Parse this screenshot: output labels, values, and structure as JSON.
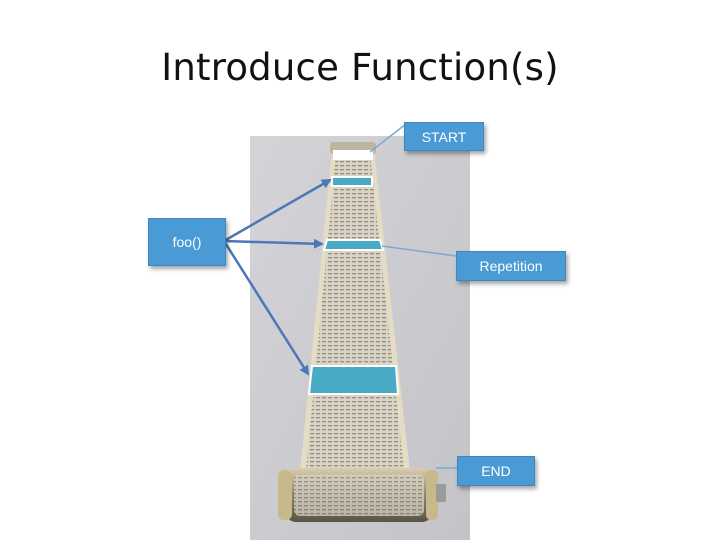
{
  "slide": {
    "title": "Introduce Function(s)"
  },
  "labels": {
    "start": "START",
    "function": "foo()",
    "repetition": "Repetition",
    "end": "END"
  },
  "colors": {
    "label_fill": "#4a9ad6",
    "marker_fill": "#49aac6",
    "arrow": "#4b78b8",
    "connector": "#7aa8d8",
    "background_photo": "#cfcfd3",
    "scroll_paper": "#e0d7c0"
  }
}
